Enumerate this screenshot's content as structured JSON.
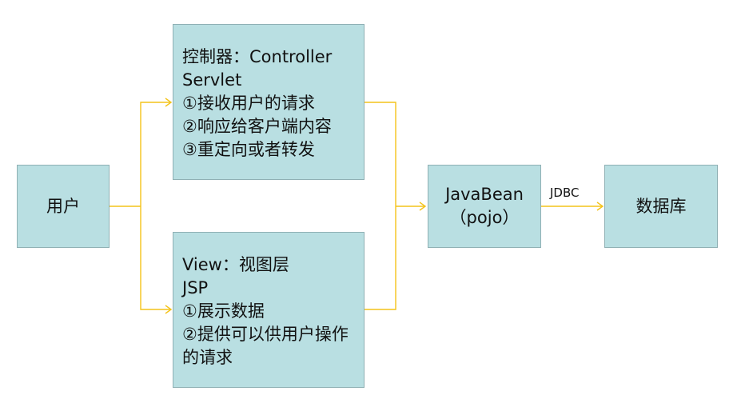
{
  "colors": {
    "box_fill": "#b9dfe2",
    "box_border": "#8fb0b4",
    "connector": "#f4c31a"
  },
  "nodes": {
    "user": {
      "label": "用户"
    },
    "controller": {
      "lines": [
        "控制器：Controller",
        "Servlet",
        "①接收用户的请求",
        "②响应给客户端内容",
        "③重定向或者转发"
      ]
    },
    "view": {
      "lines": [
        "View：视图层",
        "JSP",
        "①展示数据",
        "②提供可以供用户操作的请求"
      ]
    },
    "javabean": {
      "lines": [
        "JavaBean",
        "（pojo）"
      ]
    },
    "database": {
      "label": "数据库"
    }
  },
  "edges": {
    "javabean_to_database": {
      "label": "JDBC"
    }
  }
}
